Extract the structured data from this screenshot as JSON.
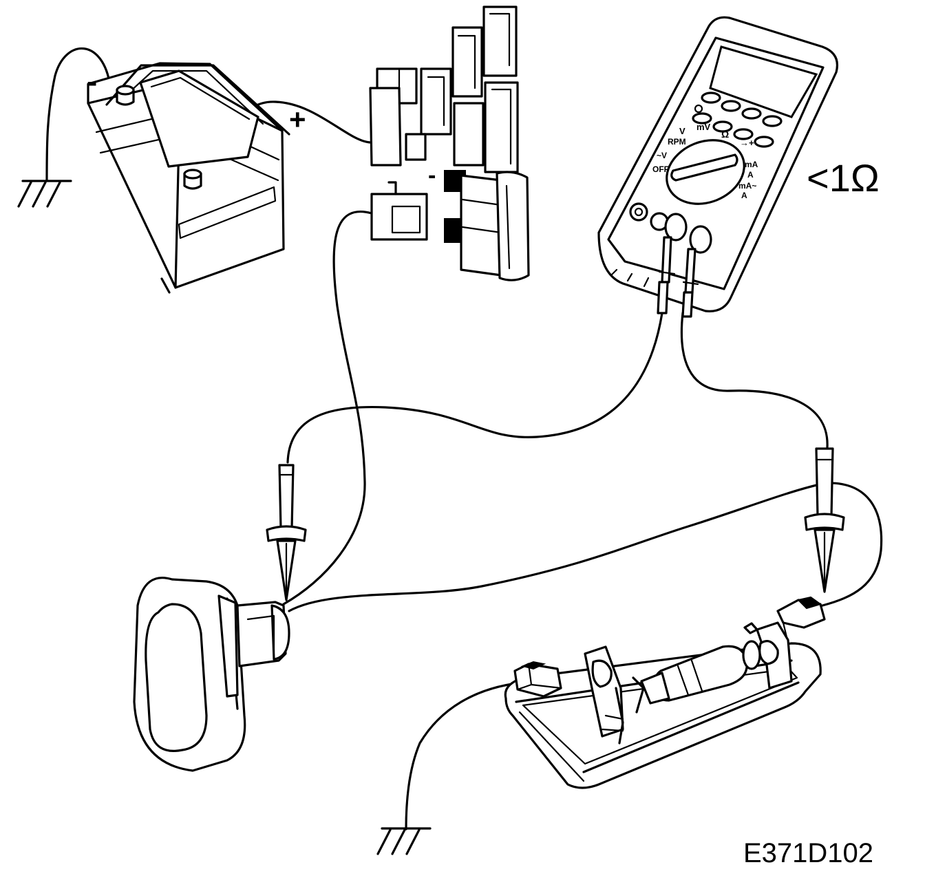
{
  "labels": {
    "battery_negative": "-",
    "battery_positive": "+",
    "fuse_minus": "-",
    "resistance_reading": "<1Ω",
    "figure_code": "E371D102"
  },
  "multimeter": {
    "dial_off": "OFF",
    "dial_v_dc": "V",
    "dial_rpm": "RPM",
    "dial_v_ac": "~V",
    "dial_mv": "mV",
    "dial_ohm": "Ω",
    "dial_diode": "→+",
    "dial_ma_dc": "mA",
    "dial_a_dc": "A",
    "dial_ma_ac": "mA~",
    "dial_a_ac": "A"
  }
}
